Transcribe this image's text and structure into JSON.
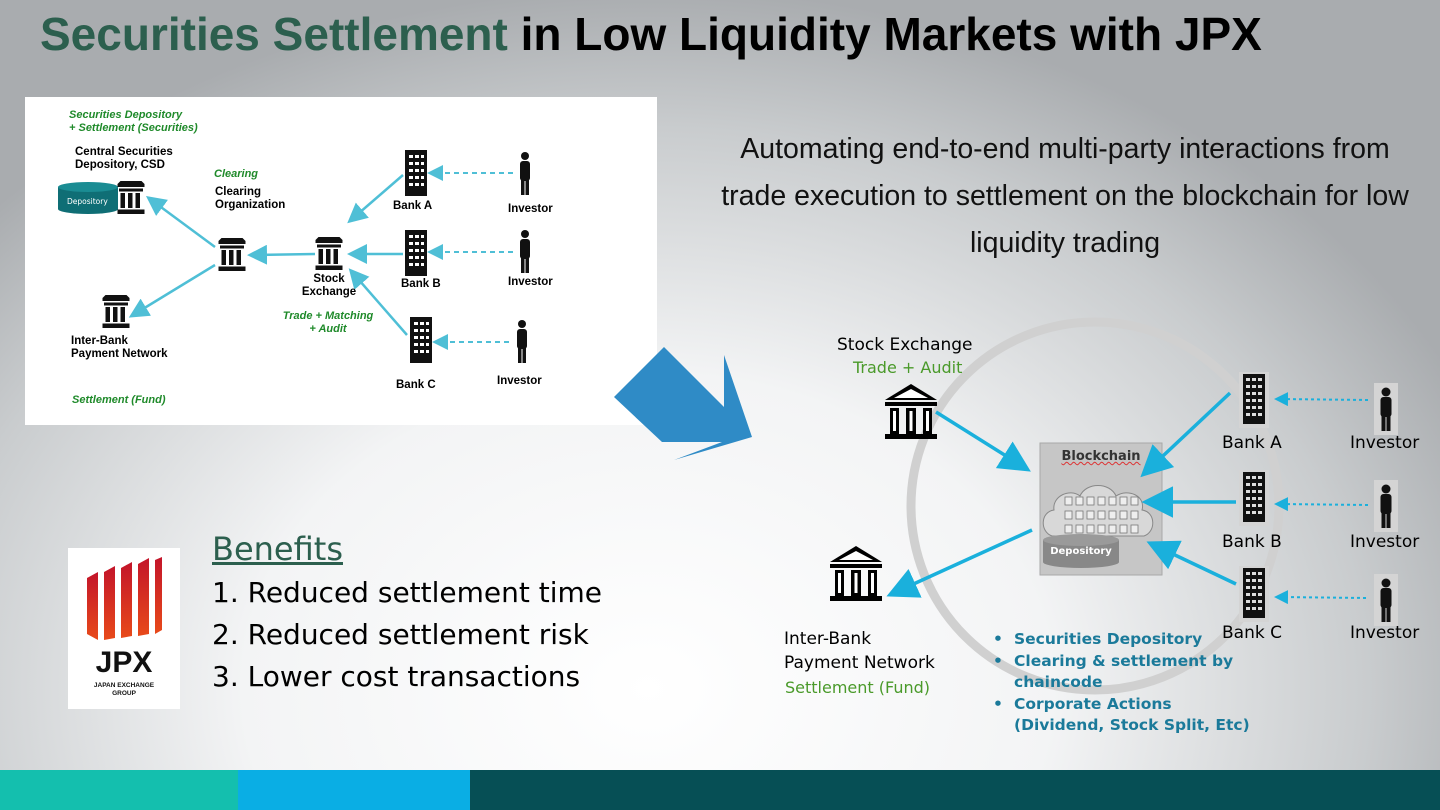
{
  "title": {
    "highlight": "Securities Settlement",
    "rest": " in Low Liquidity Markets with JPX"
  },
  "old_diagram": {
    "securities_label": "Securities Depository\n+ Settlement (Securities)",
    "csd_label": "Central Securities\nDepository, CSD",
    "depository": "Depository",
    "clearing_label": "Clearing",
    "clearing_org": "Clearing\nOrganization",
    "stock_exchange": "Stock\nExchange",
    "trade_label": "Trade + Matching\n+ Audit",
    "bank_a": "Bank A",
    "bank_b": "Bank B",
    "bank_c": "Bank C",
    "investor": "Investor",
    "interbank": "Inter-Bank\nPayment Network",
    "settlement_fund": "Settlement (Fund)"
  },
  "description": "Automating end-to-end multi-party interactions from trade execution to settlement on the blockchain for low liquidity trading",
  "benefits": {
    "title": "Benefits",
    "items": [
      "1.  Reduced settlement time",
      "2.  Reduced settlement risk",
      "3.  Lower cost transactions"
    ]
  },
  "logo": {
    "name": "JPX",
    "sub": "JAPAN EXCHANGE\nGROUP"
  },
  "new_diagram": {
    "stock_exchange": "Stock Exchange",
    "trade_audit": "Trade + Audit",
    "blockchain": "Blockchain",
    "depository": "Depository",
    "bank_a": "Bank A",
    "bank_b": "Bank B",
    "bank_c": "Bank C",
    "investor": "Investor",
    "interbank": "Inter-Bank\nPayment Network",
    "settlement_fund": "Settlement (Fund)",
    "bullets": [
      "Securities Depository",
      "Clearing & settlement by chaincode",
      "Corporate Actions (Dividend, Stock Split, Etc)"
    ]
  },
  "colors": {
    "title_accent": "#2c5f4e",
    "arrow": "#1ab0dc",
    "big_arrow": "#2f8bc6",
    "green_label": "#4a9a2a",
    "footer": [
      "#14bfae",
      "#0aaee4",
      "#064f55"
    ]
  }
}
